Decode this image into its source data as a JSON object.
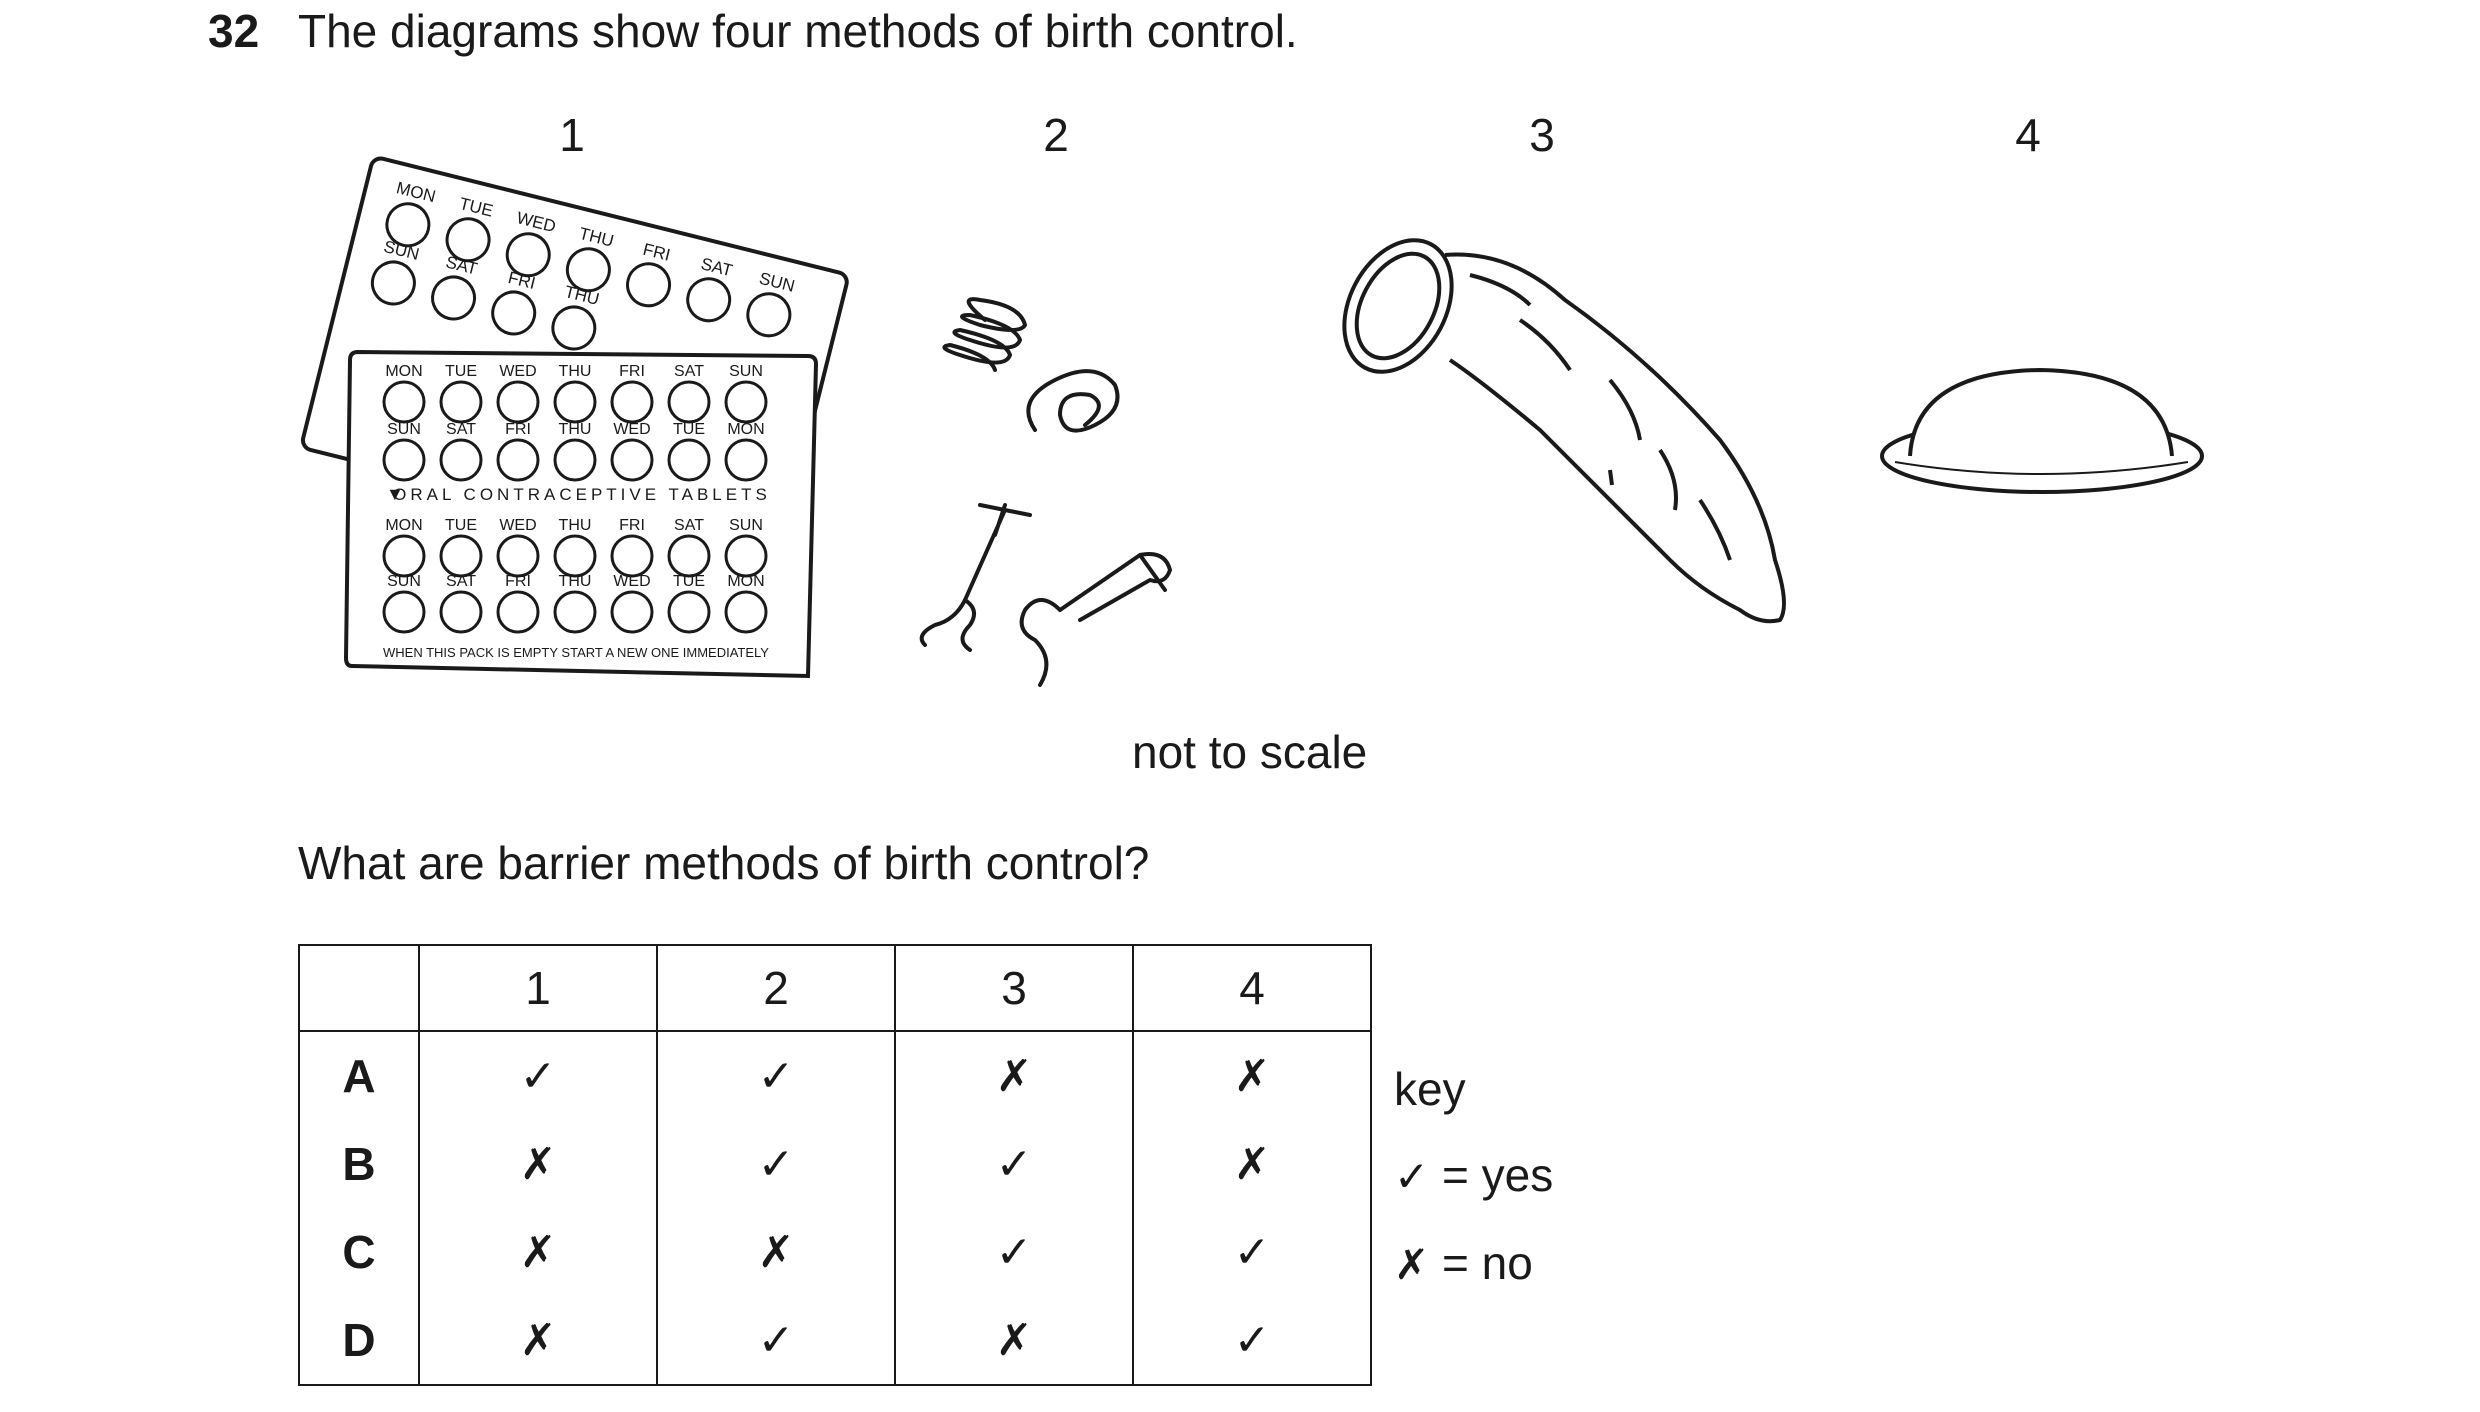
{
  "question": {
    "number": "32",
    "text": "The diagrams show four methods of birth control."
  },
  "diagram_labels": [
    "1",
    "2",
    "3",
    "4"
  ],
  "pill_pack": {
    "back_row1": [
      "MON",
      "TUE",
      "WED",
      "THU",
      "FRI",
      "SAT",
      "SUN"
    ],
    "back_row2": [
      "SUN",
      "SAT",
      "FRI",
      "THU"
    ],
    "row1": [
      "MON",
      "TUE",
      "WED",
      "THU",
      "FRI",
      "SAT",
      "SUN"
    ],
    "row2": [
      "SUN",
      "SAT",
      "FRI",
      "THU",
      "WED",
      "TUE",
      "MON"
    ],
    "title": "ORAL CONTRACEPTIVE TABLETS",
    "row3": [
      "MON",
      "TUE",
      "WED",
      "THU",
      "FRI",
      "SAT",
      "SUN"
    ],
    "row4": [
      "SUN",
      "SAT",
      "FRI",
      "THU",
      "WED",
      "TUE",
      "MON"
    ],
    "footer": "WHEN THIS PACK IS EMPTY START A NEW ONE IMMEDIATELY"
  },
  "note": "not to scale",
  "prompt": "What are barrier methods of birth control?",
  "table": {
    "headers": [
      "",
      "1",
      "2",
      "3",
      "4"
    ],
    "rows": [
      {
        "label": "A",
        "marks": [
          "✓",
          "✓",
          "✗",
          "✗"
        ]
      },
      {
        "label": "B",
        "marks": [
          "✗",
          "✓",
          "✓",
          "✗"
        ]
      },
      {
        "label": "C",
        "marks": [
          "✗",
          "✗",
          "✓",
          "✓"
        ]
      },
      {
        "label": "D",
        "marks": [
          "✗",
          "✓",
          "✗",
          "✓"
        ]
      }
    ]
  },
  "key": {
    "title": "key",
    "yes_symbol": "✓",
    "yes_text": " = yes",
    "no_symbol": "✗",
    "no_text": " = no"
  }
}
